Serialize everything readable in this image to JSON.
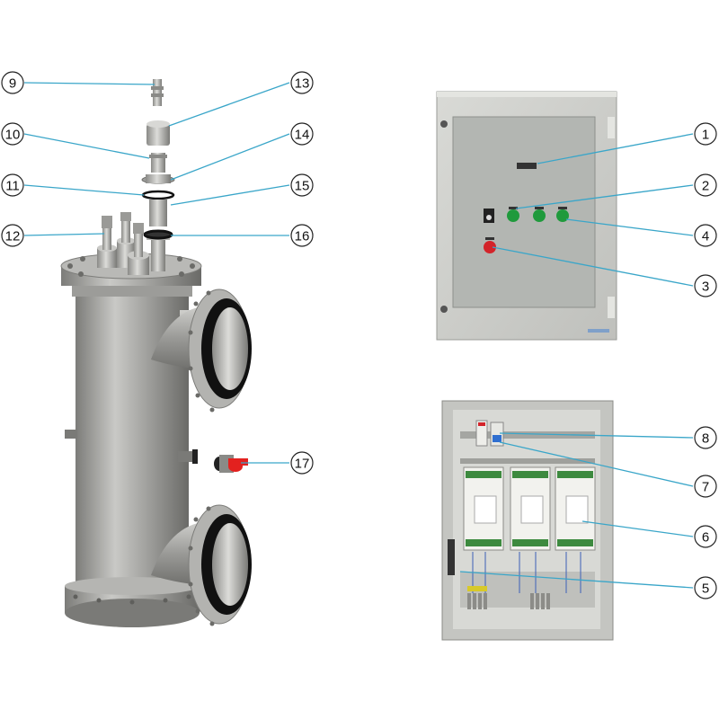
{
  "diagram": {
    "callouts": [
      {
        "id": "1",
        "label": "1"
      },
      {
        "id": "2",
        "label": "2"
      },
      {
        "id": "3",
        "label": "3"
      },
      {
        "id": "4",
        "label": "4"
      },
      {
        "id": "5",
        "label": "5"
      },
      {
        "id": "6",
        "label": "6"
      },
      {
        "id": "7",
        "label": "7"
      },
      {
        "id": "8",
        "label": "8"
      },
      {
        "id": "9",
        "label": "9"
      },
      {
        "id": "10",
        "label": "10"
      },
      {
        "id": "11",
        "label": "11"
      },
      {
        "id": "12",
        "label": "12"
      },
      {
        "id": "13",
        "label": "13"
      },
      {
        "id": "14",
        "label": "14"
      },
      {
        "id": "15",
        "label": "15"
      },
      {
        "id": "16",
        "label": "16"
      },
      {
        "id": "17",
        "label": "17"
      }
    ],
    "colors": {
      "leader": "#3aa6c9",
      "steel": "#a9a9a6",
      "steel_dark": "#6e6e6b",
      "cabinet": "#cfd0cc",
      "glass": "#b7bab6",
      "button_green": "#1f9a3c",
      "button_red": "#d3242a",
      "valve_red": "#e3211f",
      "flange_black": "#111111"
    }
  }
}
